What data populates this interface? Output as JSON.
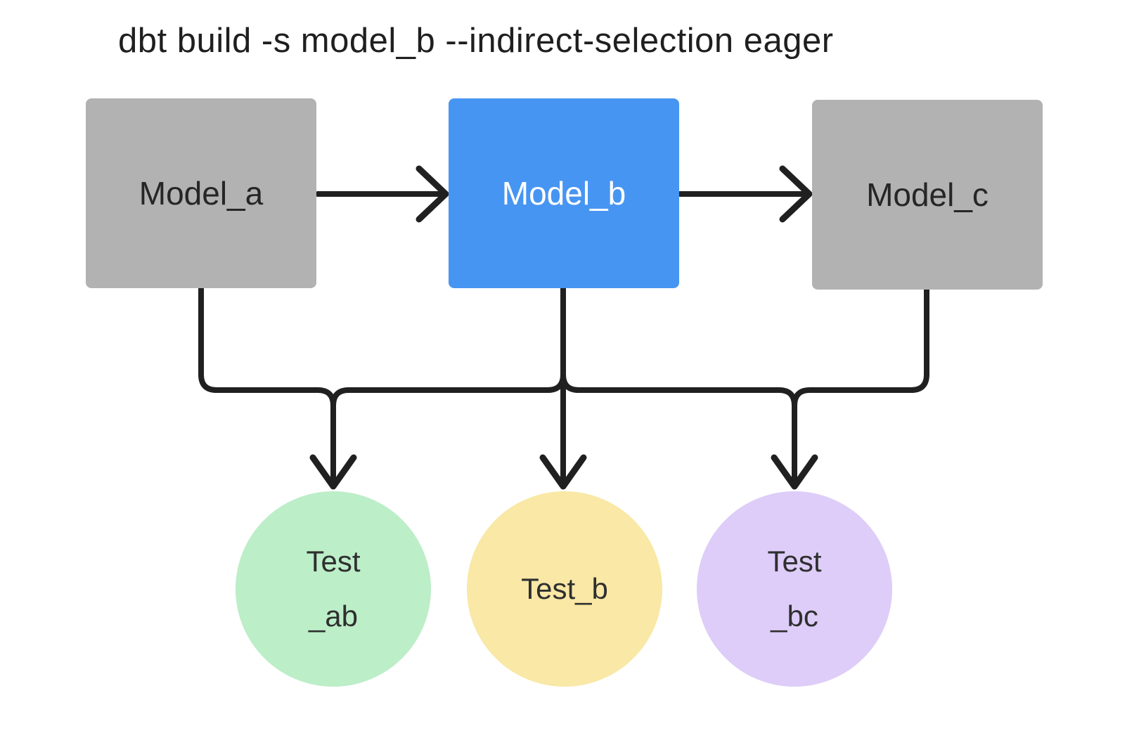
{
  "title": "dbt build -s model_b --indirect-selection eager",
  "colors": {
    "background": "#ffffff",
    "edge": "#202020",
    "model_default": "#b2b2b2",
    "model_selected": "#4795f2",
    "test_ab": "#bceec8",
    "test_b": "#f9e8a6",
    "test_bc": "#ddcdf8"
  },
  "diagram": {
    "models": [
      {
        "id": "model_a",
        "label": "Model_a",
        "selected": false
      },
      {
        "id": "model_b",
        "label": "Model_b",
        "selected": true
      },
      {
        "id": "model_c",
        "label": "Model_c",
        "selected": false
      }
    ],
    "tests": [
      {
        "id": "test_ab",
        "line1": "Test",
        "line2": "_ab"
      },
      {
        "id": "test_b",
        "line1": "Test_b",
        "line2": ""
      },
      {
        "id": "test_bc",
        "line1": "Test",
        "line2": "_bc"
      }
    ],
    "edges": [
      "model_a -> model_b",
      "model_b -> model_c",
      "model_a -> test_ab",
      "model_b -> test_ab",
      "model_b -> test_b",
      "model_b -> test_bc",
      "model_c -> test_bc"
    ]
  }
}
